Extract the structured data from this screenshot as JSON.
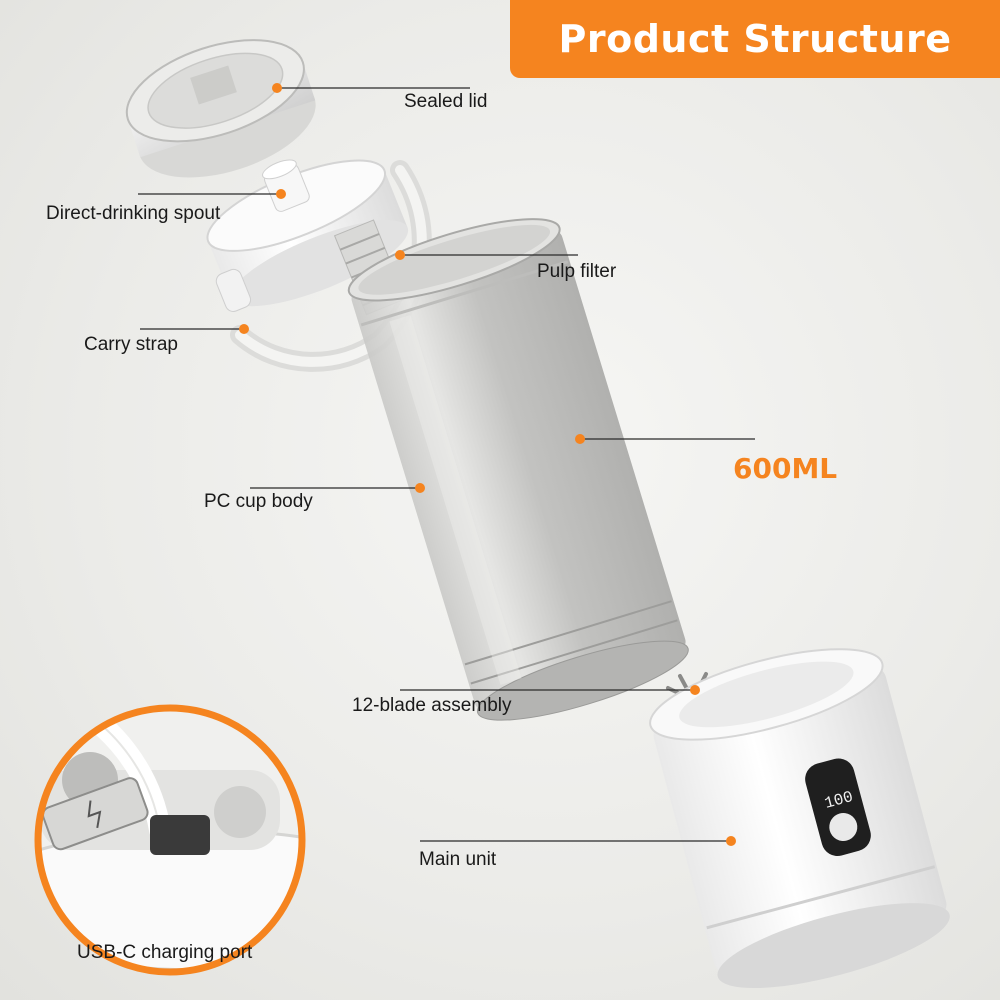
{
  "header": {
    "title": "Product Structure"
  },
  "labels": {
    "sealed_lid": "Sealed lid",
    "spout": "Direct-drinking spout",
    "pulp_filter": "Pulp filter",
    "carry_strap": "Carry strap",
    "cup_body": "PC cup body",
    "capacity": "600ML",
    "blade": "12-blade assembly",
    "main_unit": "Main unit",
    "usb": "USB-C charging port"
  },
  "display": {
    "reading": "100"
  },
  "colors": {
    "accent": "#f5841f",
    "text": "#1a1a1a",
    "line": "#2a2a2a"
  }
}
